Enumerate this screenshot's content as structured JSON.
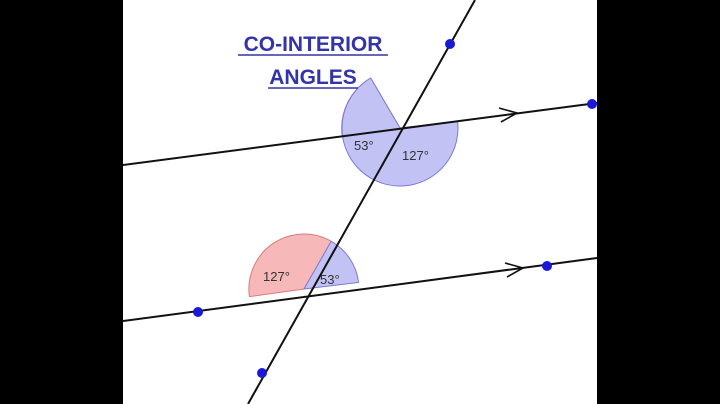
{
  "title": {
    "line1": "CO-INTERIOR",
    "line2": "ANGLES"
  },
  "angles": {
    "top_left": "53°",
    "top_right": "127°",
    "bottom_left": "127°",
    "bottom_right": "53°"
  },
  "colors": {
    "letterbox": "#000000",
    "panel": "#ffffff",
    "line": "#111111",
    "point": "#1a1ad6",
    "red_fill": "#f6b8b8",
    "red_stroke": "#d97b7b",
    "blue_fill": "#c2c2f4",
    "blue_stroke": "#7a7ad8",
    "title": "#3333aa"
  }
}
